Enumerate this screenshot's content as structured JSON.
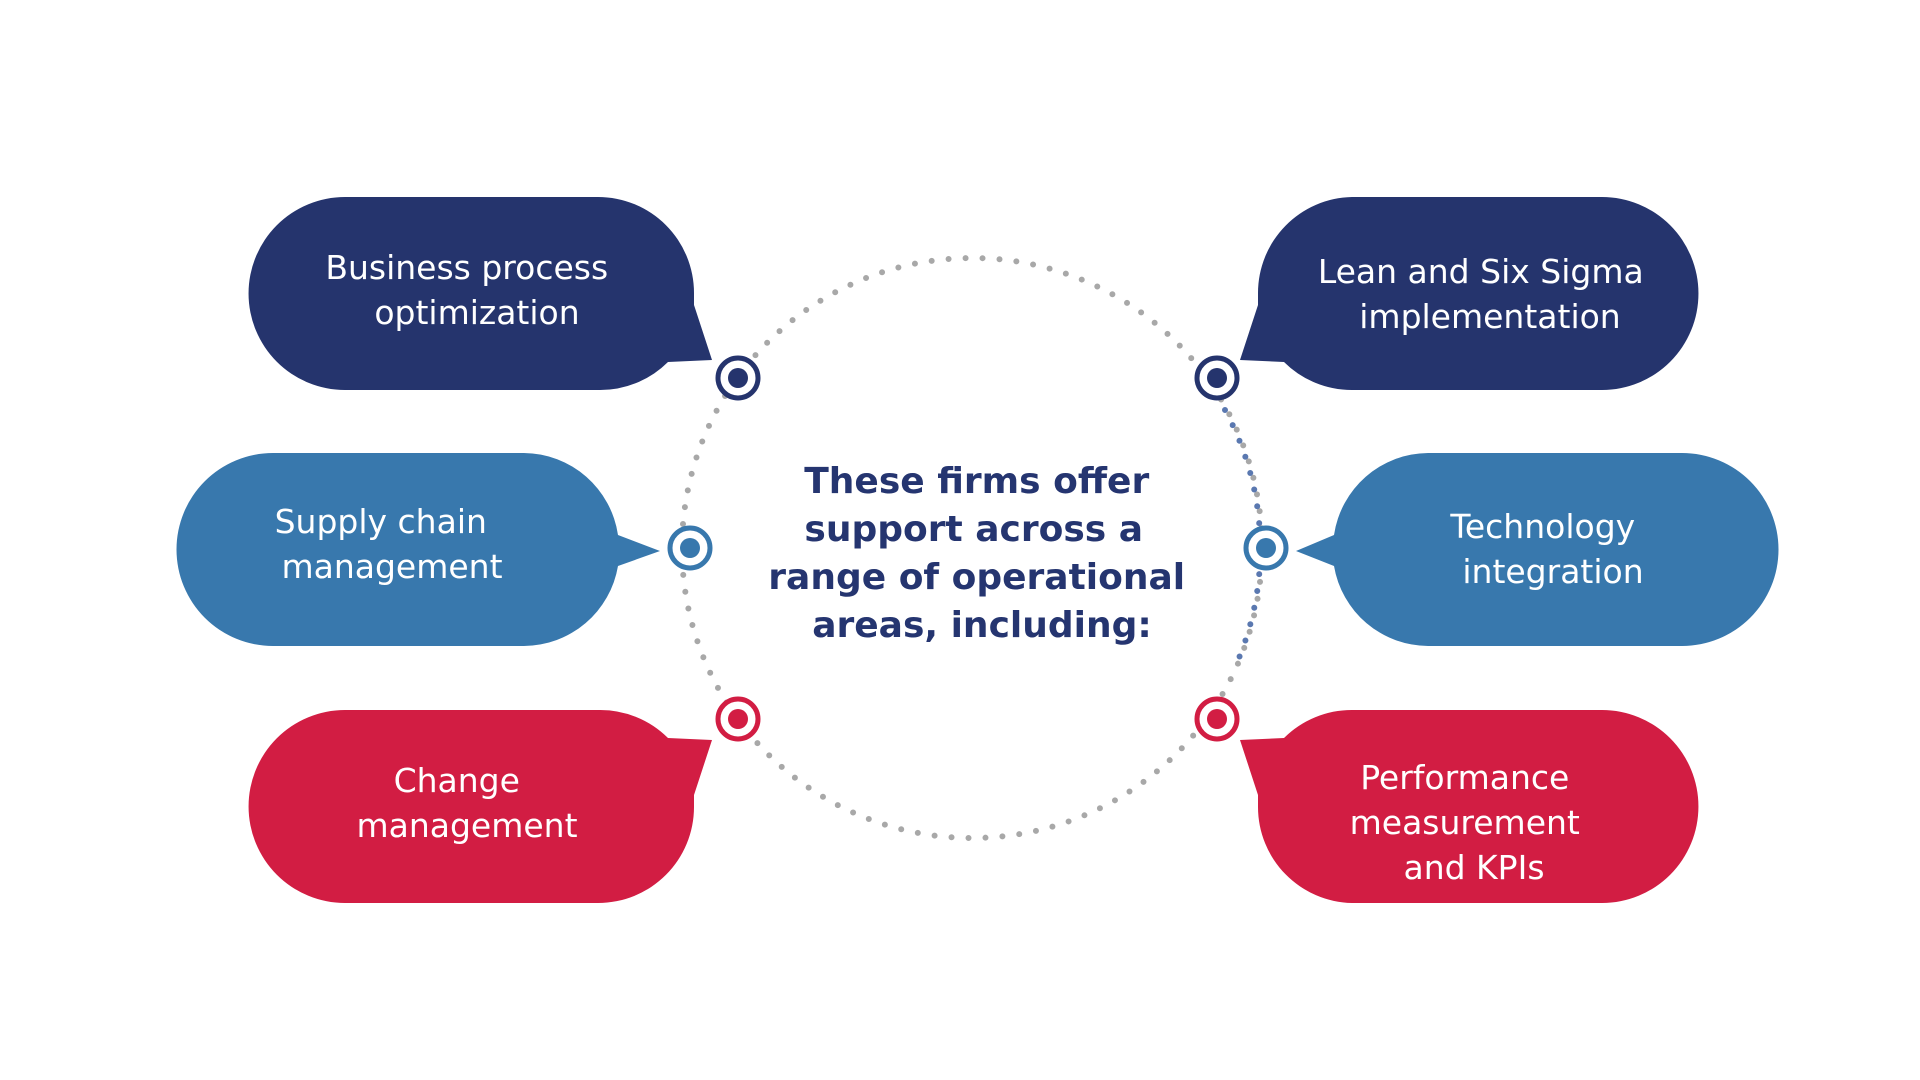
{
  "colors": {
    "navy": "#25346D",
    "steel_blue": "#3878AD",
    "crimson": "#D21D43",
    "dot_gray": "#A8A8A8",
    "center_text": "#253570",
    "background": "#FFFFFF"
  },
  "center": {
    "lines": [
      "These firms offer",
      "support across a",
      "range of operational",
      "areas, including:"
    ]
  },
  "bubbles": {
    "left_top": {
      "color": "navy",
      "lines": [
        "Business process",
        "optimization"
      ]
    },
    "left_middle": {
      "color": "steel_blue",
      "lines": [
        "Supply chain",
        "management"
      ]
    },
    "left_bottom": {
      "color": "crimson",
      "lines": [
        "Change",
        "management"
      ]
    },
    "right_top": {
      "color": "navy",
      "lines": [
        "Lean and Six Sigma",
        "implementation"
      ]
    },
    "right_middle": {
      "color": "steel_blue",
      "lines": [
        "Technology",
        "integration"
      ]
    },
    "right_bottom": {
      "color": "crimson",
      "lines": [
        "Performance",
        "measurement",
        "and KPIs"
      ]
    }
  },
  "connector_icons": [
    "target-icon",
    "target-icon",
    "target-icon",
    "target-icon",
    "target-icon",
    "target-icon"
  ]
}
